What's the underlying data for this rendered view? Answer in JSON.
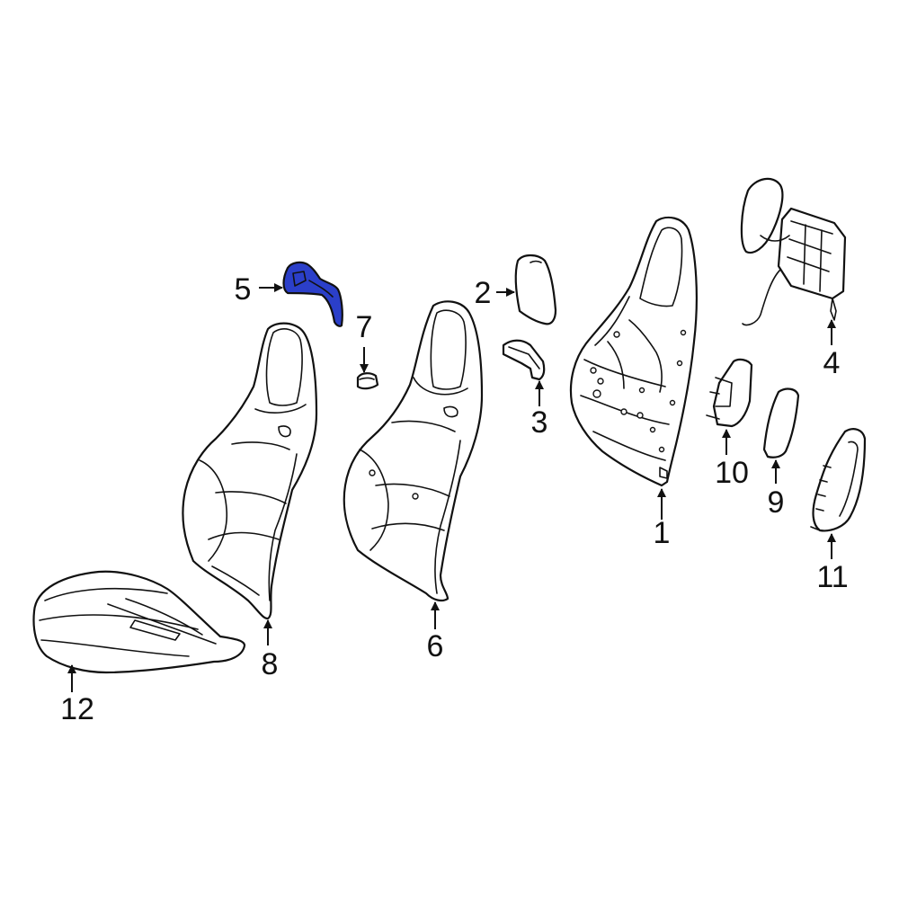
{
  "diagram": {
    "highlight_color": "#2b3fc9",
    "highlighted_part": "5",
    "callouts": {
      "c1": "1",
      "c2": "2",
      "c3": "3",
      "c4": "4",
      "c5": "5",
      "c6": "6",
      "c7": "7",
      "c8": "8",
      "c9": "9",
      "c10": "10",
      "c11": "11",
      "c12": "12"
    }
  }
}
